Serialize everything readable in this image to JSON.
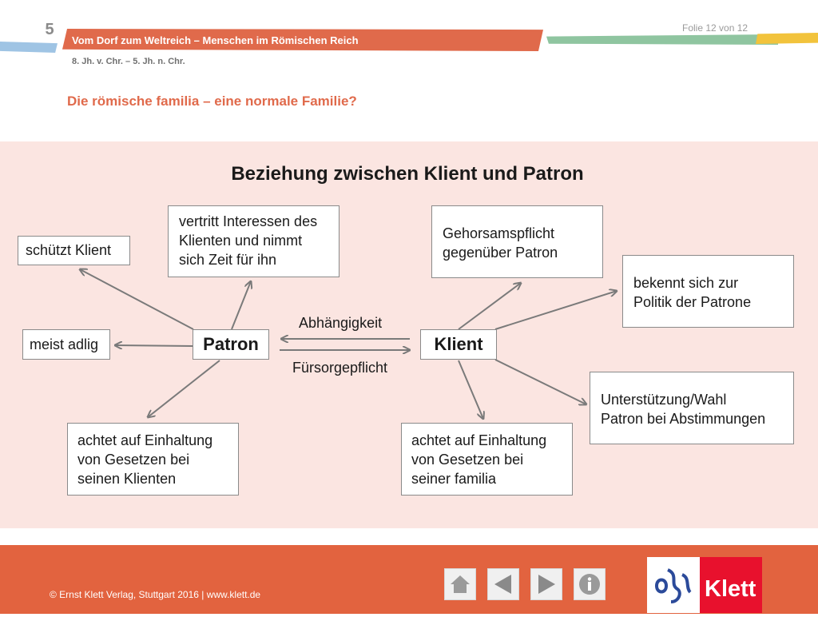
{
  "header": {
    "chapter_number": "5",
    "banner_title": "Vom Dorf zum Weltreich – Menschen im Römischen Reich",
    "slide_counter": "Folie 12 von 12",
    "period": "8. Jh. v. Chr. – 5. Jh. n. Chr.",
    "subtitle": "Die römische familia – eine normale Familie?"
  },
  "diagram": {
    "title": "Beziehung zwischen Klient und Patron",
    "patron": "Patron",
    "klient": "Klient",
    "dependency_label": "Abhängigkeit",
    "care_label": "Fürsorgepflicht",
    "patron_boxes": {
      "protects": "schützt Klient",
      "represents_lines": [
        "vertritt Interessen des",
        "Klienten und nimmt",
        "sich Zeit für ihn"
      ],
      "noble": "meist adlig",
      "laws_lines": [
        "achtet auf Einhaltung",
        "von Gesetzen bei",
        "seinen Klienten"
      ]
    },
    "klient_boxes": {
      "obedience_lines": [
        "Gehorsamspflicht",
        "gegenüber Patron"
      ],
      "politics_lines": [
        "bekennt sich zur",
        "Politik der Patrone"
      ],
      "support_lines": [
        "Unterstützung/Wahl",
        "Patron bei Abstimmungen"
      ],
      "laws_lines": [
        "achtet auf Einhaltung",
        "von Gesetzen bei",
        "seiner familia"
      ]
    }
  },
  "footer": {
    "copyright": "© Ernst Klett Verlag, Stuttgart 2016 | www.klett.de",
    "nav": [
      "home-icon",
      "previous-icon",
      "next-icon",
      "info-icon"
    ],
    "logo_text": "Klett"
  },
  "colors": {
    "accent": "#e06a4b",
    "panel": "#fbe5e1",
    "footer": "#e2633f",
    "logo_red": "#e8112d"
  }
}
